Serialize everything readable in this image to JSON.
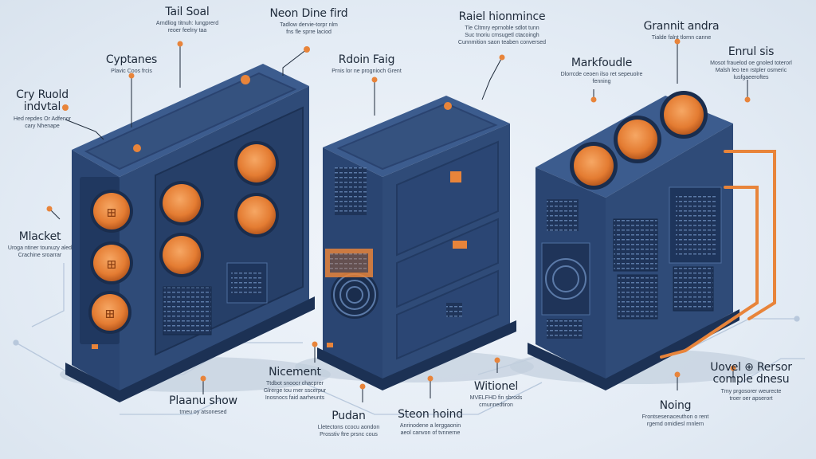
{
  "colors": {
    "background": "#e7eef6",
    "case_front": "#2f4b78",
    "case_side": "#223a62",
    "case_top": "#3c5c8e",
    "accent": "#e8843a",
    "label_text": "#1e2a3a"
  },
  "labels": {
    "tail_soal": {
      "title": "Tail Soal",
      "desc": "Arndliog titnuh: lungprerd\nreoer feelny taa"
    },
    "neon_dine": {
      "title": "Neon Dine fird",
      "desc": "Tadlow dervie-torpr nlm\nfns fle sprre laciod"
    },
    "raiel": {
      "title": "Raiel hionmince",
      "desc": "Tle Cltmry eprnoble sdlot tunn\nSuc tnoriu cmsugetl ctacoingh\nCunnmition saon teaben conversed"
    },
    "grannit": {
      "title": "Grannit andra",
      "desc": "Tialde falnt tlornn canne"
    },
    "enrul": {
      "title": "Enrul sis",
      "desc": "Mosot frauelod oe gnoled toterorl\nMalsh leo ten rstpler osmeric\nlusfgaeeroftes"
    },
    "cyptanes": {
      "title": "Cyptanes",
      "desc": "Plavic Coos frcis"
    },
    "rdoin": {
      "title": "Rdoin Faig",
      "desc": "Prnis lor ne prognioch Grent"
    },
    "markfoudle": {
      "title": "Markfoudle",
      "desc": "Dlorrcde ceoen ilso ret sepeuolre\nfenning"
    },
    "cry_ruold": {
      "title": "Cry Ruold indvtal",
      "desc": "Hed repdes Or Adfenor\ncary Nhenape"
    },
    "mlacket": {
      "title": "Mlacket",
      "desc": "Uroga ntiner tounuzy aled\nCrachine sroarrar"
    },
    "nicement": {
      "title": "Nicement",
      "desc": "Ttdbot snoocr chacprer\nGlrerge tou rner sscerpur\nInosnocs faid aarheunts"
    },
    "plaanu": {
      "title": "Plaanu show",
      "desc": "tmeu oy atsonesed"
    },
    "pudan": {
      "title": "Pudan",
      "desc": "Lletectons ccocu aondon\nProsstiv ftre prsnc cous"
    },
    "steon": {
      "title": "Steon hoind",
      "desc": "Anrinodene a lerggaonin\naeol canvon of tvnnerne"
    },
    "witionel": {
      "title": "Witionel",
      "desc": "MVELFHD fin sbrods\ncrnunnedtiron"
    },
    "noing": {
      "title": "Noing",
      "desc": "Frontsesenaceuthon o rent\nrgemd omidiesl rnnlern"
    },
    "uovel": {
      "title": "Uovel ⊕ Rersor\ncomple dnesu",
      "desc": "Tmy prgosorer weurecte\ntroer oer apserort"
    }
  }
}
